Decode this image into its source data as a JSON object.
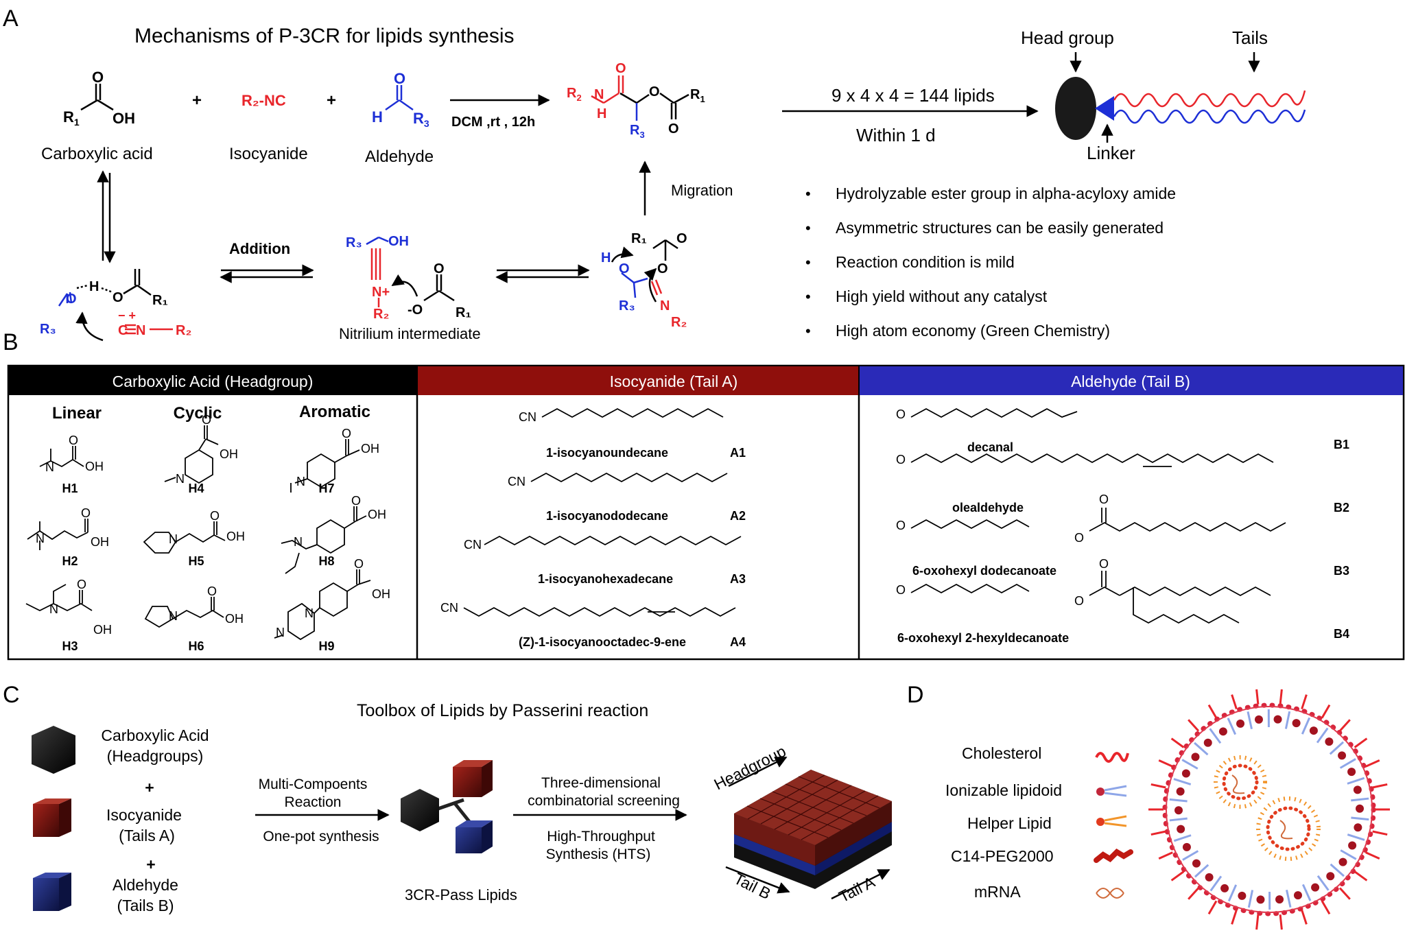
{
  "colors": {
    "red": "#e8252b",
    "blue": "#1d2fd6",
    "dark_red": "#8f0f0c",
    "navy": "#2a2ab8",
    "black": "#000000"
  },
  "panel_a": {
    "letter": "A",
    "title": "Mechanisms of P-3CR for lipids synthesis",
    "acid": {
      "r": "R",
      "sub": "1",
      "oh": "OH",
      "o": "O",
      "name": "Carboxylic acid"
    },
    "plus": "+",
    "isocyanide": {
      "label": "R₂-NC",
      "name": "Isocyanide"
    },
    "aldehyde": {
      "h": "H",
      "r": "R",
      "sub": "3",
      "o": "O",
      "name": "Aldehyde"
    },
    "conditions": "DCM ,rt , 12h",
    "product": {
      "r2": "R",
      "sub2": "2",
      "nh": "N",
      "h": "H",
      "o1": "O",
      "o2": "O",
      "o3": "O",
      "r1": "R",
      "sub1": "1",
      "r3": "R",
      "sub3": "3"
    },
    "addition": "Addition",
    "migration": "Migration",
    "nitrilium_name": "Nitrilium intermediate",
    "nitrilium": {
      "r3": "R₃",
      "oh": "OH",
      "n": "N+",
      "r2": "R₂",
      "o": "O",
      "om": "-O",
      "r1": "R₁"
    },
    "complex": {
      "o": "O",
      "h": "H",
      "o2": "O",
      "r1": "R₁",
      "r3": "R₃",
      "c": "C",
      "n": "N",
      "r2": "R₂",
      "charges": "−  +"
    },
    "cyclic": {
      "r1": "R₁",
      "o": "O",
      "h": "H",
      "o2": "O",
      "o3": "O",
      "r3": "R₃",
      "n": "N",
      "r2": "R₂"
    },
    "equation": "9 x 4 x 4  = 144 lipids",
    "within": "Within 1 d",
    "head_group": "Head group",
    "tails": "Tails",
    "linker": "Linker",
    "bullets": [
      "Hydrolyzable ester group in alpha-acyloxy amide",
      "Asymmetric structures can be easily generated",
      "Reaction condition is mild",
      "High yield without any catalyst",
      "High atom economy (Green Chemistry)"
    ]
  },
  "panel_b": {
    "letter": "B",
    "headers": [
      "Carboxylic Acid  (Headgroup)",
      "Isocyanide  (Tail A)",
      "Aldehyde  (Tail B)"
    ],
    "subheaders": [
      "Linear",
      "Cyclic",
      "Aromatic"
    ],
    "head_codes": [
      "H1",
      "H2",
      "H3",
      "H4",
      "H5",
      "H6",
      "H7",
      "H8",
      "H9"
    ],
    "iso": [
      {
        "name": "1-isocyanoundecane",
        "code": "A1"
      },
      {
        "name": "1-isocyanododecane",
        "code": "A2"
      },
      {
        "name": "1-isocyanohexadecane",
        "code": "A3"
      },
      {
        "name": "(Z)-1-isocyanooctadec-9-ene",
        "code": "A4"
      }
    ],
    "ald": [
      {
        "name": "decanal",
        "code": "B1"
      },
      {
        "name": "olealdehyde",
        "code": "B2"
      },
      {
        "name": "6-oxohexyl dodecanoate",
        "code": "B3"
      },
      {
        "name": "6-oxohexyl 2-hexyldecanoate",
        "code": "B4"
      }
    ],
    "atoms": {
      "n": "N",
      "o": "O",
      "oh": "OH",
      "cn": "CN"
    }
  },
  "panel_c": {
    "letter": "C",
    "title": "Toolbox of Lipids by Passerini reaction",
    "acid": [
      "Carboxylic Acid",
      "(Headgroups)"
    ],
    "iso": [
      "Isocyanide",
      "(Tails A)"
    ],
    "ald": [
      "Aldehyde",
      "(Tails B)"
    ],
    "plus": "+",
    "mcr": [
      "Multi-Compoents",
      "Reaction"
    ],
    "one_pot": "One-pot synthesis",
    "three_d": [
      "Three-dimensional",
      "combinatorial screening"
    ],
    "hts": [
      "High-Throughput",
      "Synthesis (HTS)"
    ],
    "pass": "3CR-Pass Lipids",
    "headgroup": "Headgroup",
    "tail_b": "Tail B",
    "tail_a": "Tail A"
  },
  "panel_d": {
    "letter": "D",
    "legend": [
      "Cholesterol",
      "Ionizable lipidoid",
      "Helper Lipid",
      "C14-PEG2000",
      "mRNA"
    ]
  }
}
